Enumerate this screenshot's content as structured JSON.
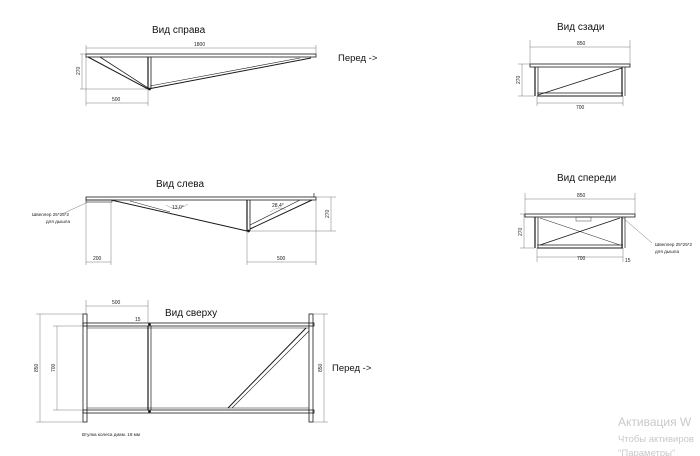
{
  "views": {
    "right": {
      "title": "Вид справа",
      "front_arrow": "Перед ->",
      "dim_length": "1800",
      "dim_height": "270",
      "dim_offset": "500"
    },
    "back": {
      "title": "Вид сзади",
      "dim_width": "850",
      "dim_height": "270",
      "dim_inner": "700"
    },
    "left": {
      "title": "Вид слева",
      "dim_height": "270",
      "dim_left": "200",
      "dim_right": "500",
      "angle_1": "13,0°",
      "angle_2": "28,4°",
      "channel_note_1": "Швеллер 25*25*2",
      "channel_note_2": "для дышла"
    },
    "front": {
      "title": "Вид спереди",
      "dim_width": "850",
      "dim_height": "270",
      "dim_inner": "700",
      "dim_small": "15",
      "channel_note_1": "Швеллер 25*25*2",
      "channel_note_2": "для дышла"
    },
    "top": {
      "title": "Вид сверху",
      "front_arrow": "Перед ->",
      "dim_offset": "500",
      "dim_small": "15",
      "dim_outer": "850",
      "dim_inner": "700",
      "dim_right": "850",
      "hub_note": "Втулка колеса диам. 18 мм"
    }
  },
  "watermark": {
    "line1": "Активация W",
    "line2": "Чтобы активиров",
    "line3": "\"Параметры\""
  }
}
